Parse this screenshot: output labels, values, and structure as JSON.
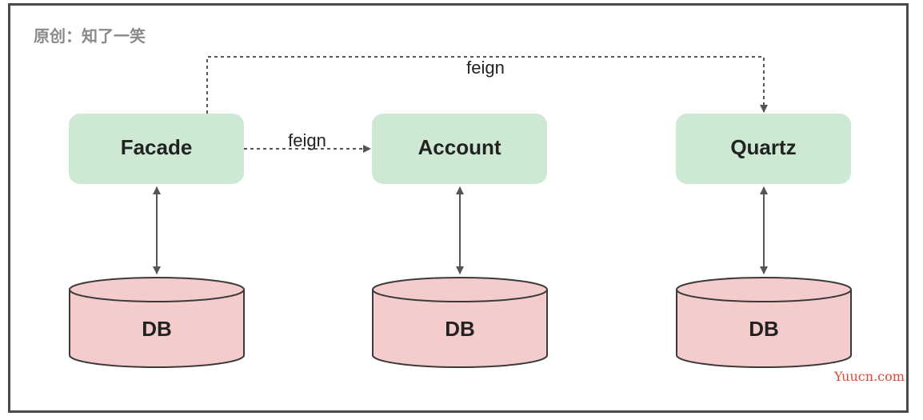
{
  "caption": "原创：知了一笑",
  "watermark": "Yuucn.com",
  "services": {
    "facade": "Facade",
    "account": "Account",
    "quartz": "Quartz"
  },
  "databases": {
    "facade_db": "DB",
    "account_db": "DB",
    "quartz_db": "DB"
  },
  "edges": {
    "facade_to_account": "feign",
    "facade_to_quartz": "feign"
  },
  "colors": {
    "service_fill": "#cde9d3",
    "db_fill": "#f4cccc",
    "db_stroke": "#3a3a3a",
    "arrow": "#555555",
    "frame": "#4a4a4a"
  }
}
